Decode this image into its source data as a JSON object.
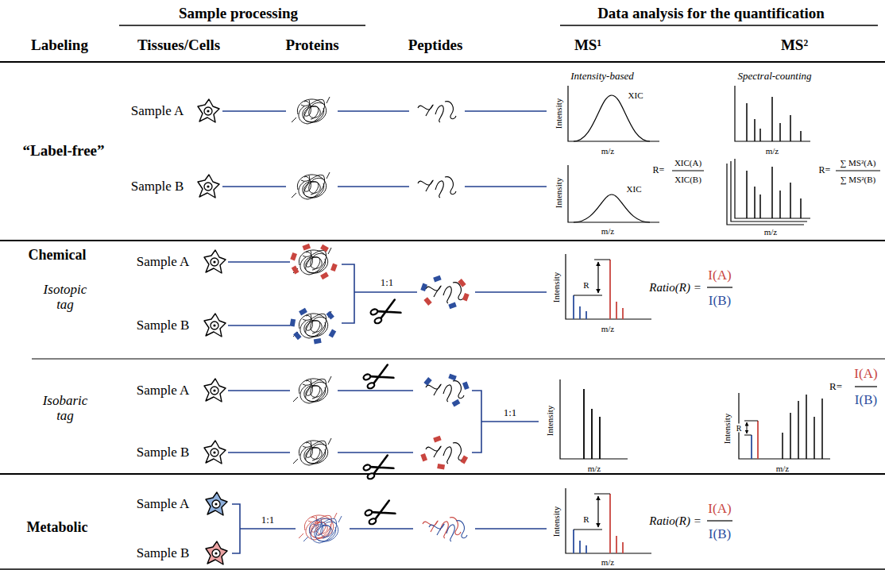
{
  "diagram": {
    "labels": [
      "Sample processing",
      "Data analysis for the quantification",
      "Labeling",
      "Tissues/Cells",
      "Proteins",
      "Peptides",
      "MS¹",
      "MS²",
      "“Label-free”",
      "Sample A",
      "Sample B",
      "Intensity-based",
      "XIC",
      "Intensity",
      "m/z",
      "Spectral-counting",
      "m/z",
      "XIC",
      "Intensity",
      "m/z",
      "R=",
      "XIC(A)",
      "XIC(B)",
      "m/z",
      "R=",
      "∑ MS²(A)",
      "∑ MS²(B)",
      "Chemical",
      "Isotopic tag",
      "Sample A",
      "Sample B",
      "1:1",
      "Intensity",
      "R",
      "m/z",
      "Ratio(R) =",
      "I(A)",
      "I(B)",
      "Isobaric tag",
      "Sample A",
      "Sample B",
      "1:1",
      "Intensity",
      "m/z",
      "Intensity",
      "R",
      "m/z",
      "R=",
      "I(A)",
      "I(B)",
      "Metabolic",
      "Sample A",
      "Sample B",
      "1:1",
      "Intensity",
      "R",
      "m/z",
      "Ratio(R) =",
      "I(A)",
      "I(B)"
    ]
  }
}
